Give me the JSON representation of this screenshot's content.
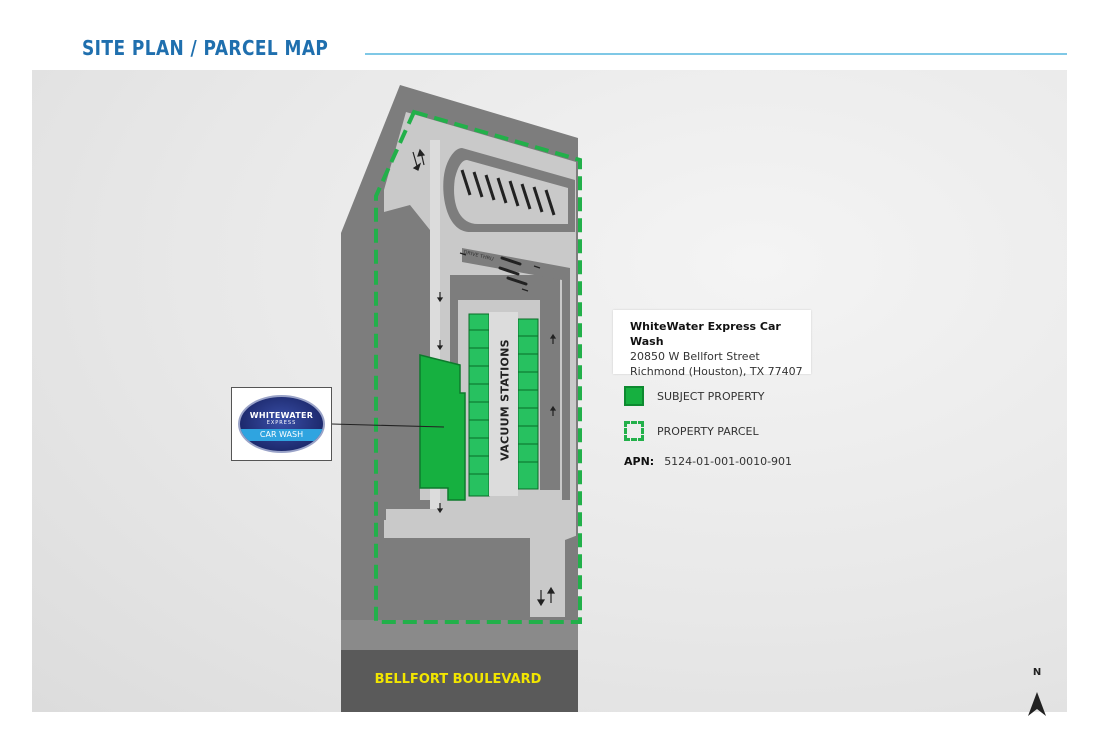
{
  "header": {
    "title": "SITE PLAN / PARCEL MAP"
  },
  "info": {
    "name": "WhiteWater Express Car Wash",
    "address_line1": "20850 W Bellfort Street",
    "address_line2": "Richmond (Houston), TX 77407"
  },
  "legend": {
    "subject_property": "SUBJECT PROPERTY",
    "property_parcel": "PROPERTY PARCEL"
  },
  "apn": {
    "label": "APN:",
    "value": "5124-01-001-0010-901"
  },
  "map": {
    "street_label": "BELLFORT BOULEVARD",
    "vacuum_label": "VACUUM STATIONS",
    "drive_thru_label": "DRIVE THRU",
    "north_label": "N"
  },
  "logo": {
    "line1": "WHITEWATER",
    "line2": "EXPRESS",
    "line3": "CAR WASH"
  },
  "colors": {
    "title_blue": "#1f6fae",
    "subject_green": "#16b040",
    "parcel_green": "#22b04a",
    "street_yellow": "#f2e600",
    "road_dark": "#5a5a5a"
  }
}
